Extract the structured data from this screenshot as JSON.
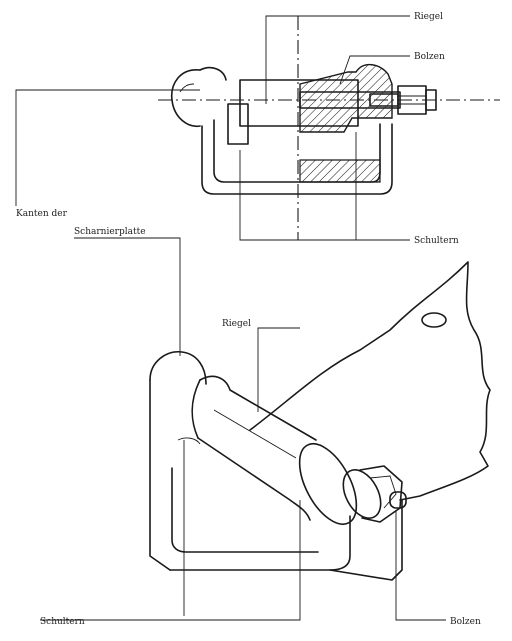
{
  "top_section": {
    "labels": {
      "riegel": "Riegel",
      "bolzen": "Bolzen",
      "kanten": "Kanten der",
      "schultern": "Schultern"
    }
  },
  "bottom_section": {
    "labels": {
      "scharnierplatte": "Scharnierplatte",
      "riegel": "Riegel",
      "schultern": "Schultern",
      "bolzen": "Bolzen"
    }
  },
  "colors": {
    "ink": "#1a1a1a",
    "paper": "#ffffff"
  }
}
